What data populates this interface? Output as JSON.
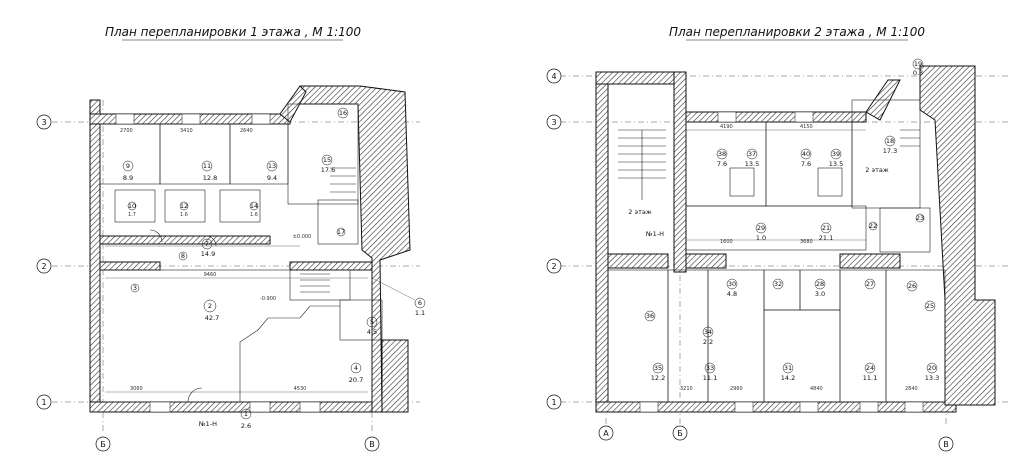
{
  "plans": [
    {
      "title": "План перепланировки 1 этажа , М 1:100",
      "axes_rows": [
        "3",
        "2",
        "1"
      ],
      "axes_cols": [
        "Б",
        "В"
      ],
      "rooms": [
        {
          "num": "9",
          "area": "8.9"
        },
        {
          "num": "11",
          "area": "12.8"
        },
        {
          "num": "13",
          "area": "9.4"
        },
        {
          "num": "15",
          "area": "17.6"
        },
        {
          "num": "16",
          "area": ""
        },
        {
          "num": "10",
          "area": "1.7"
        },
        {
          "num": "12",
          "area": "1.6"
        },
        {
          "num": "14",
          "area": "1.6"
        },
        {
          "num": "7",
          "area": "14.9"
        },
        {
          "num": "8",
          "area": ""
        },
        {
          "num": "17",
          "area": ""
        },
        {
          "num": "2",
          "area": "42.7"
        },
        {
          "num": "3",
          "area": ""
        },
        {
          "num": "4",
          "area": "20.7"
        },
        {
          "num": "5",
          "area": "4.5"
        },
        {
          "num": "6",
          "area": "1.1"
        },
        {
          "num": "1",
          "area": "2.6"
        }
      ],
      "stamp": "№1-Н",
      "marks": [
        "±0.000",
        "-0.900"
      ]
    },
    {
      "title": "План перепланировки 2 этажа , М 1:100",
      "axes_rows": [
        "4",
        "3",
        "2",
        "1"
      ],
      "axes_cols": [
        "А",
        "Б",
        "В"
      ],
      "rooms": [
        {
          "num": "38",
          "area": "7.6"
        },
        {
          "num": "37",
          "area": "13.5"
        },
        {
          "num": "40",
          "area": "7.6"
        },
        {
          "num": "39",
          "area": "13.5"
        },
        {
          "num": "18",
          "area": "17.3"
        },
        {
          "num": "19",
          "area": "0.3"
        },
        {
          "num": "29",
          "area": "1.0"
        },
        {
          "num": "21",
          "area": "21.1"
        },
        {
          "num": "22",
          "area": ""
        },
        {
          "num": "23",
          "area": ""
        },
        {
          "num": "30",
          "area": "4.8"
        },
        {
          "num": "32",
          "area": ""
        },
        {
          "num": "28",
          "area": "3.0"
        },
        {
          "num": "27",
          "area": ""
        },
        {
          "num": "26",
          "area": ""
        },
        {
          "num": "25",
          "area": ""
        },
        {
          "num": "36",
          "area": ""
        },
        {
          "num": "34",
          "area": "2.2"
        },
        {
          "num": "35",
          "area": "12.2"
        },
        {
          "num": "33",
          "area": "11.1"
        },
        {
          "num": "31",
          "area": "14.2"
        },
        {
          "num": "24",
          "area": "11.1"
        },
        {
          "num": "20",
          "area": "13.3"
        },
        {
          "num": "2 этаж",
          "area": ""
        }
      ],
      "stamp": "№1-Н",
      "stairs_label": "2 этаж"
    }
  ]
}
